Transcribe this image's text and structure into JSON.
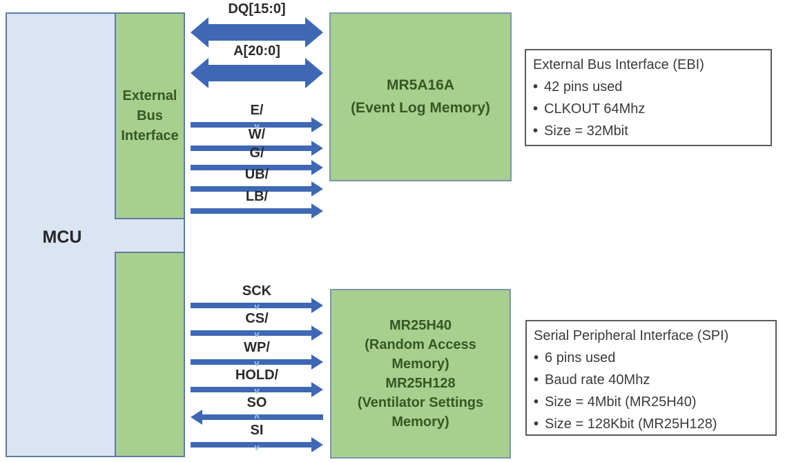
{
  "mcu": {
    "label": "MCU"
  },
  "ebi_block": {
    "label": "External Bus Interface"
  },
  "memory1": {
    "line1": "MR5A16A",
    "line2": "(Event Log Memory)"
  },
  "memory2": {
    "lines": [
      "MR25H40",
      "(Random Access",
      "Memory)",
      "MR25H128",
      "(Ventilator Settings",
      "Memory)"
    ]
  },
  "ebi_signals": [
    {
      "label": "DQ[15:0]",
      "type": "bidirectional"
    },
    {
      "label": "A[20:0]",
      "type": "bidirectional"
    },
    {
      "label": "E/",
      "type": "to-memory"
    },
    {
      "label": "W/",
      "type": "to-memory"
    },
    {
      "label": "G/",
      "type": "to-memory"
    },
    {
      "label": "UB/",
      "type": "to-memory"
    },
    {
      "label": "LB/",
      "type": "to-memory"
    }
  ],
  "spi_signals": [
    {
      "label": "SCK",
      "type": "to-memory"
    },
    {
      "label": "CS/",
      "type": "to-memory"
    },
    {
      "label": "WP/",
      "type": "to-memory"
    },
    {
      "label": "HOLD/",
      "type": "to-memory"
    },
    {
      "label": "SO",
      "type": "to-mcu"
    },
    {
      "label": "SI",
      "type": "to-memory"
    }
  ],
  "ebi_info": {
    "title": "External Bus Interface (EBI)",
    "bullets": [
      "42 pins used",
      "CLKOUT 64Mhz",
      "Size = 32Mbit"
    ]
  },
  "spi_info": {
    "title": "Serial Peripheral Interface (SPI)",
    "bullets": [
      "6 pins used",
      "Baud rate 40Mhz",
      "Size = 4Mbit (MR25H40)",
      "Size = 128Kbit (MR25H128)"
    ]
  },
  "glyphs": {
    "chevron_down": "v",
    "chevron_up": "ʌ"
  },
  "colors": {
    "arrow_blue": "#3e68b4",
    "block_green": "#a7d08e",
    "block_green_text": "#375623",
    "mcu_fill": "#dbe4f2",
    "box_border_blue": "#5c7b9f",
    "memory_border": "#7b95ad",
    "info_border": "#595959",
    "chevron_blue": "#a6c5e8"
  }
}
